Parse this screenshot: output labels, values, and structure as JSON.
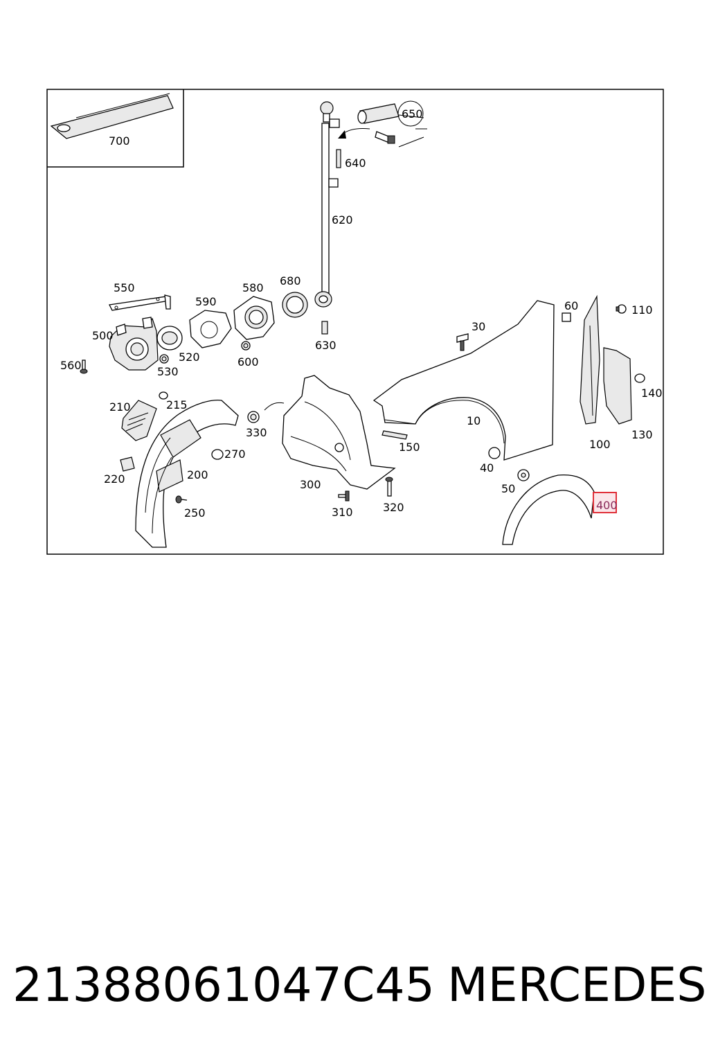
{
  "diagram": {
    "callouts": {
      "c700": "700",
      "c650": "650",
      "c640": "640",
      "c620": "620",
      "c550": "550",
      "c590": "590",
      "c580": "580",
      "c680": "680",
      "c500": "500",
      "c520": "520",
      "c530": "530",
      "c600": "600",
      "c630": "630",
      "c560": "560",
      "c30": "30",
      "c60": "60",
      "c110": "110",
      "c140": "140",
      "c130": "130",
      "c100": "100",
      "c10": "10",
      "c150": "150",
      "c40": "40",
      "c50": "50",
      "c400": "400",
      "c210": "210",
      "c215": "215",
      "c220": "220",
      "c200": "200",
      "c250": "250",
      "c270": "270",
      "c330": "330",
      "c300": "300",
      "c310": "310",
      "c320": "320"
    },
    "highlighted_callout": "400",
    "highlight_color": "#e0303a"
  },
  "footer": {
    "part_number": "21388061047C45",
    "brand": "MERCEDES"
  }
}
